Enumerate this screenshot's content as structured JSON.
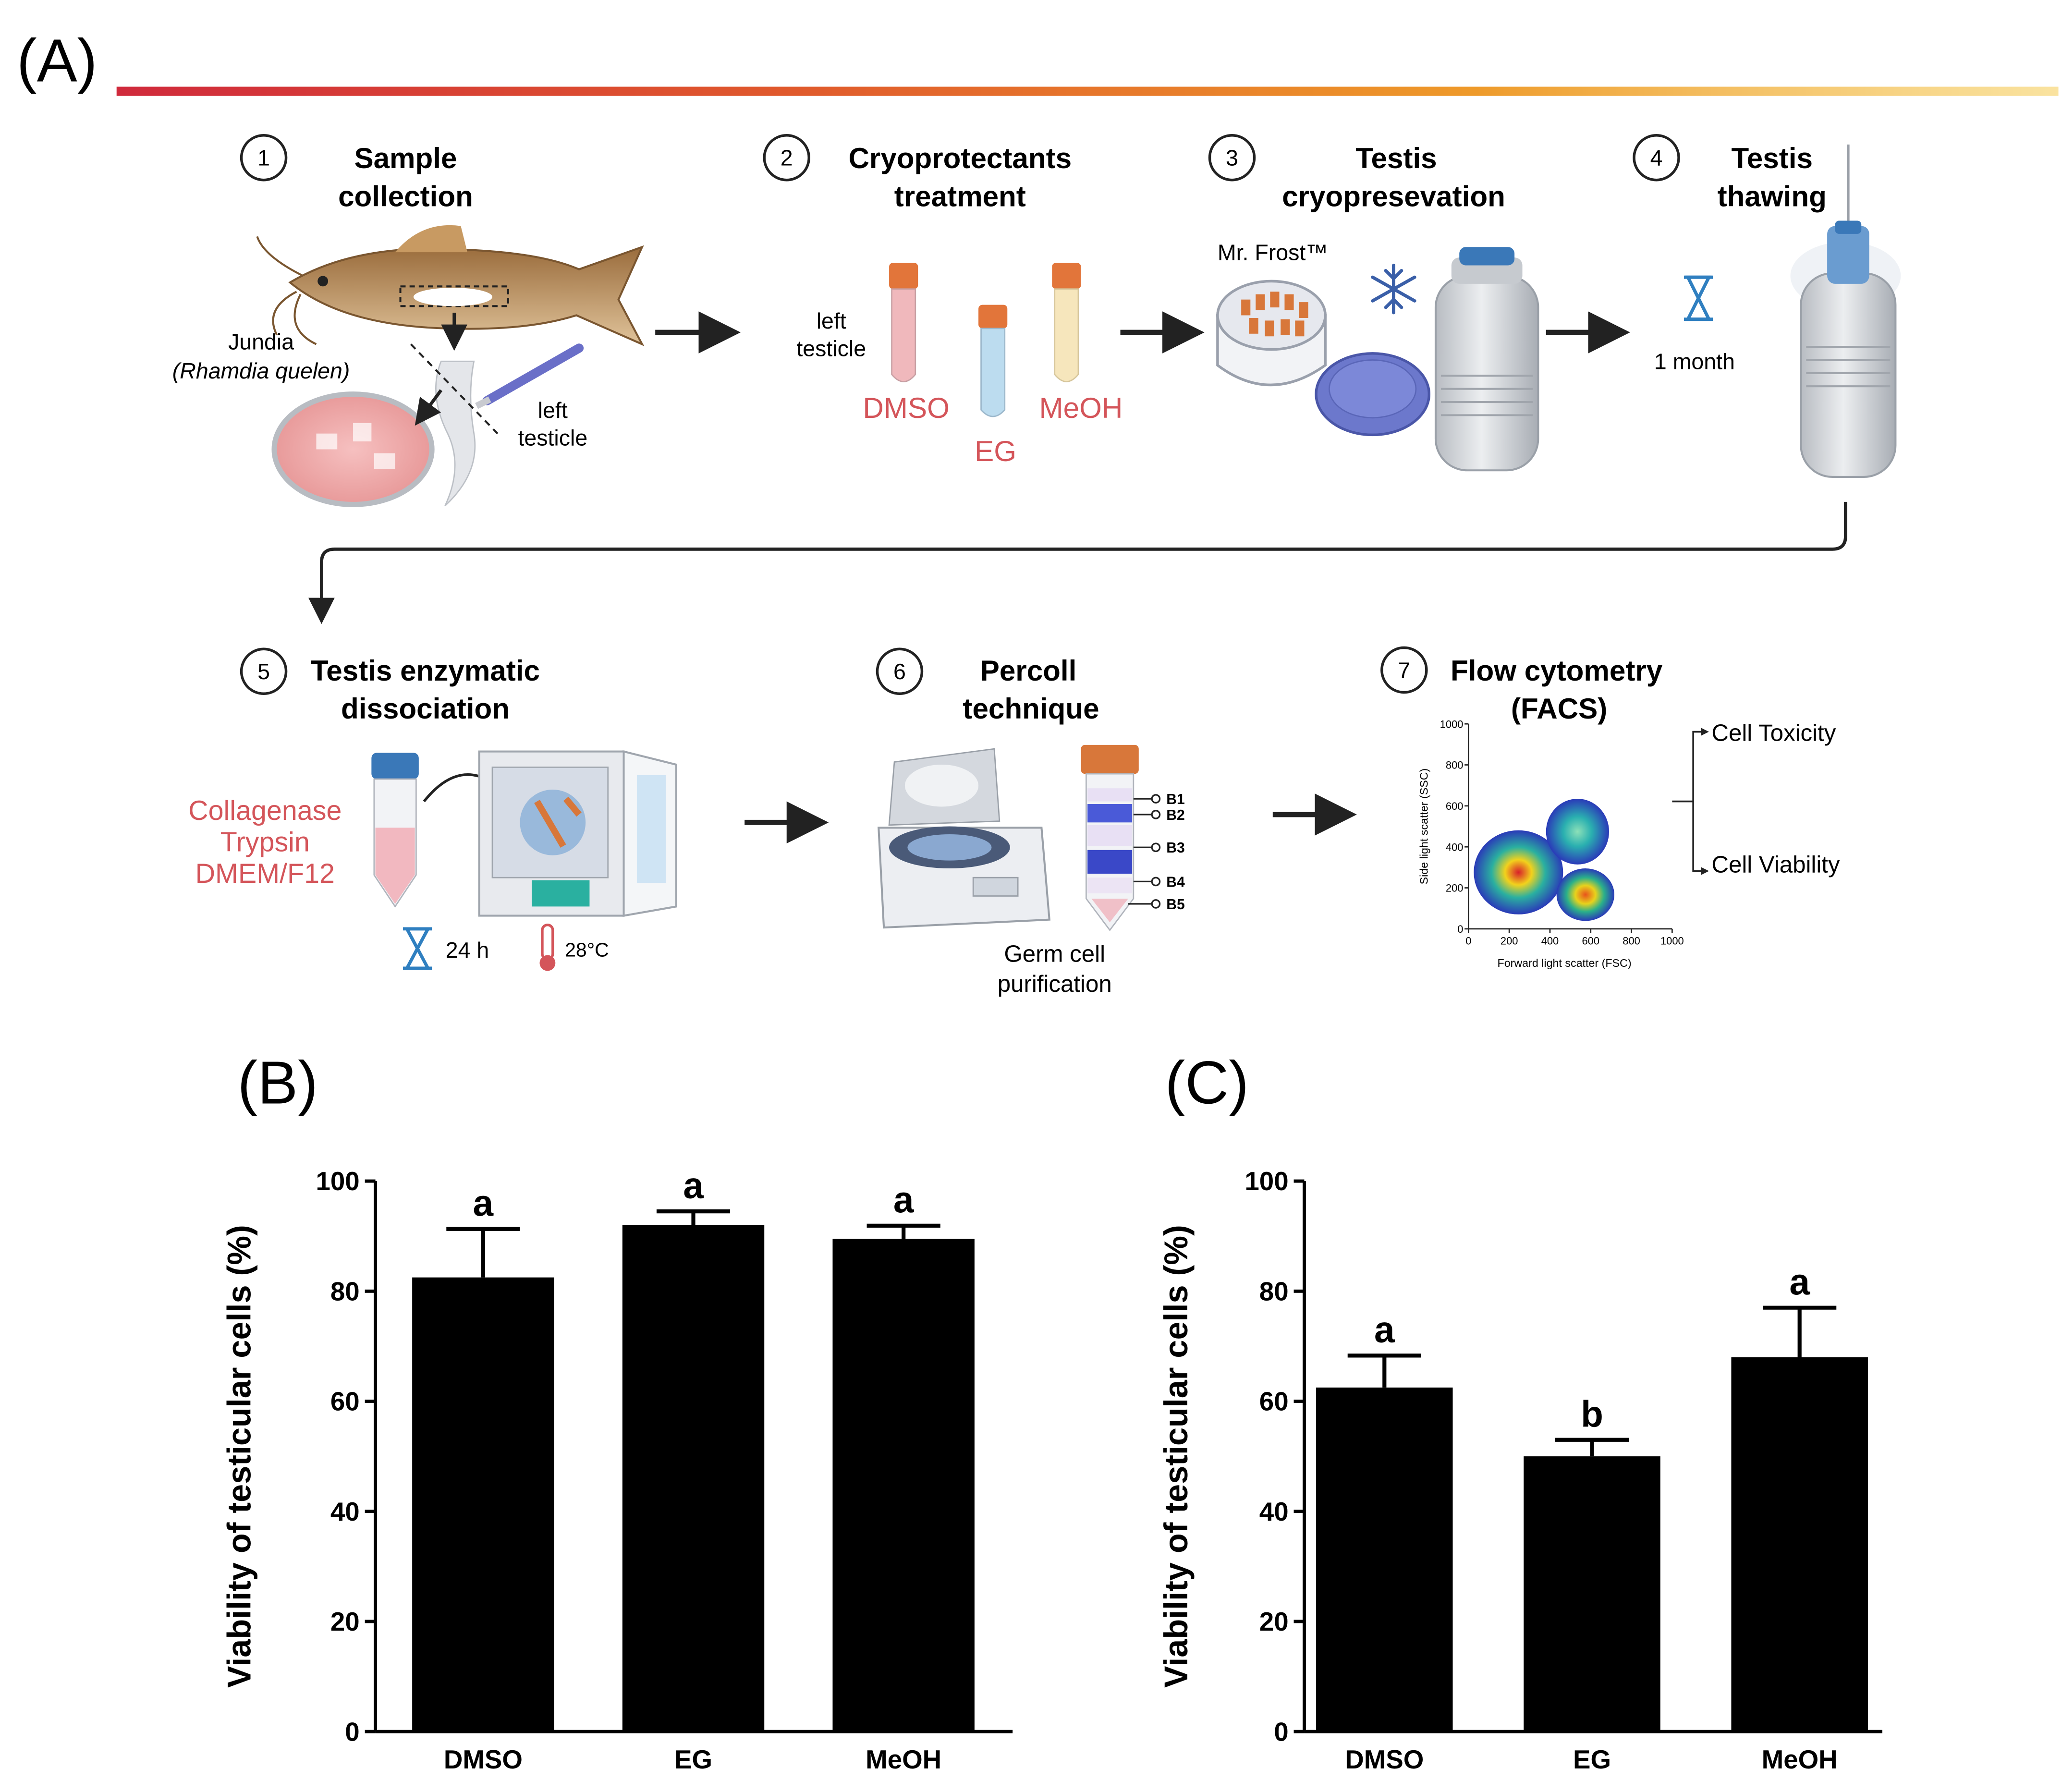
{
  "panels": {
    "a": "(A)",
    "b": "(B)",
    "c": "(C)"
  },
  "colors": {
    "accent_gradient": [
      "#d02a3c",
      "#e05a2c",
      "#ee9a2a",
      "#f6d060"
    ],
    "reagent_text": "#d4555a",
    "bar": "#000000",
    "tube_cap": "#e2753a",
    "snowflake": "#3a5fa8",
    "hourglass": "#2f7fc0"
  },
  "workflow": {
    "step1": {
      "num": "1",
      "title1": "Sample",
      "title2": "collection",
      "species1": "Jundia",
      "species2": "(Rhamdia quelen)",
      "tissue1": "left",
      "tissue2": "testicle"
    },
    "step2": {
      "num": "2",
      "title1": "Cryoprotectants",
      "title2": "treatment",
      "tissue1": "left",
      "tissue2": "testicle",
      "reagents": [
        "DMSO",
        "EG",
        "MeOH"
      ]
    },
    "step3": {
      "num": "3",
      "title1": "Testis",
      "title2": "cryopresevation",
      "device": "Mr. Frost™",
      "snow_icon": "snowflake-icon"
    },
    "step4": {
      "num": "4",
      "title1": "Testis",
      "title2": "thawing",
      "duration": "1 month"
    },
    "step5": {
      "num": "5",
      "title1": "Testis enzymatic",
      "title2": "dissociation",
      "reagents": [
        "Collagenase",
        "Trypsin",
        "DMEM/F12"
      ],
      "time": "24 h",
      "temp": "28°C"
    },
    "step6": {
      "num": "6",
      "title1": "Percoll",
      "title2": "technique",
      "bands": [
        "B1",
        "B2",
        "B3",
        "B4",
        "B5"
      ],
      "caption1": "Germ cell",
      "caption2": "purification"
    },
    "step7": {
      "num": "7",
      "title1": "Flow cytometry",
      "title2": "(FACS)",
      "outcomes": [
        "Cell Toxicity",
        "Cell Viability"
      ],
      "plot": {
        "xlabel": "Forward light scatter (FSC)",
        "ylabel": "Side light scatter (SSC)",
        "xticks": [
          "0",
          "200",
          "400",
          "600",
          "800",
          "1000"
        ],
        "yticks": [
          "0",
          "200",
          "400",
          "600",
          "800",
          "1000"
        ]
      }
    }
  },
  "chart_data": [
    {
      "type": "bar",
      "panel": "(B)",
      "categories": [
        "DMSO",
        "EG",
        "MeOH"
      ],
      "values": [
        82.5,
        92.0,
        89.5
      ],
      "errors": [
        8.8,
        2.5,
        2.4
      ],
      "letters": [
        "a",
        "a",
        "a"
      ],
      "ylabel": "Viability of testicular cells (%)",
      "ylim": [
        0,
        100
      ],
      "yticks": [
        0,
        20,
        40,
        60,
        80,
        100
      ],
      "grid": false
    },
    {
      "type": "bar",
      "panel": "(C)",
      "categories": [
        "DMSO",
        "EG",
        "MeOH"
      ],
      "values": [
        62.5,
        50.0,
        68.0
      ],
      "errors": [
        5.8,
        3.0,
        9.0
      ],
      "letters": [
        "a",
        "b",
        "a"
      ],
      "ylabel": "Viability of testicular cells (%)",
      "ylim": [
        0,
        100
      ],
      "yticks": [
        0,
        20,
        40,
        60,
        80,
        100
      ],
      "grid": false
    }
  ]
}
